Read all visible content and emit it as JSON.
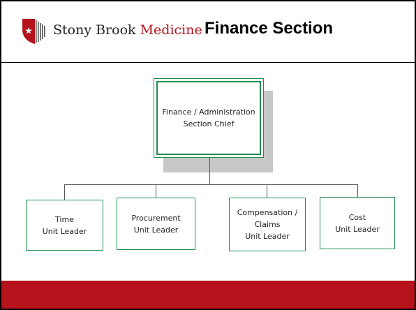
{
  "header": {
    "brand_main": "Stony Brook ",
    "brand_accent": "Medicine",
    "title": "Finance Section"
  },
  "org_chart": {
    "chief": {
      "line1": "Finance / Administration",
      "line2": "Section Chief"
    },
    "units": [
      {
        "line1": "Time",
        "line2": "Unit Leader",
        "line3": ""
      },
      {
        "line1": "Procurement",
        "line2": "Unit Leader",
        "line3": ""
      },
      {
        "line1": "Compensation /",
        "line2": "Claims",
        "line3": "Unit Leader"
      },
      {
        "line1": "Cost",
        "line2": "Unit Leader",
        "line3": ""
      }
    ]
  },
  "colors": {
    "accent": "#b5121b",
    "box_border": "#1f8f4e",
    "shadow": "#c8c8c8"
  }
}
